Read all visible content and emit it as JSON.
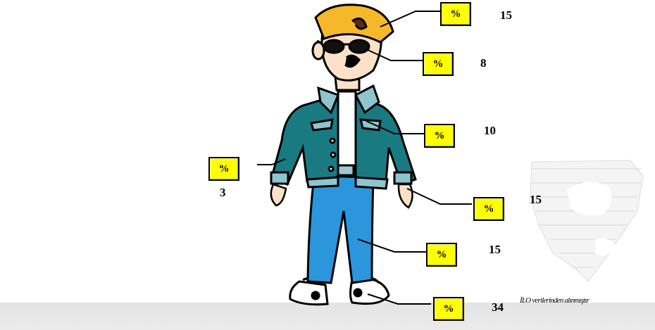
{
  "callouts": [
    {
      "id": "cap",
      "symbol": "%",
      "value": "15"
    },
    {
      "id": "sunglasses",
      "symbol": "%",
      "value": "8"
    },
    {
      "id": "pocket",
      "symbol": "%",
      "value": "10"
    },
    {
      "id": "left-sleeve",
      "symbol": "%",
      "value": "3"
    },
    {
      "id": "right-sleeve",
      "symbol": "%",
      "value": "15"
    },
    {
      "id": "jeans",
      "symbol": "%",
      "value": "15"
    },
    {
      "id": "shoes",
      "symbol": "%",
      "value": "34"
    }
  ],
  "source_note": "İLO verilerinden alınmıştır",
  "colors": {
    "box_fill": "#ffff00",
    "jacket": "#1a7a82",
    "jeans": "#2b96dc",
    "cap": "#f5b82a"
  }
}
